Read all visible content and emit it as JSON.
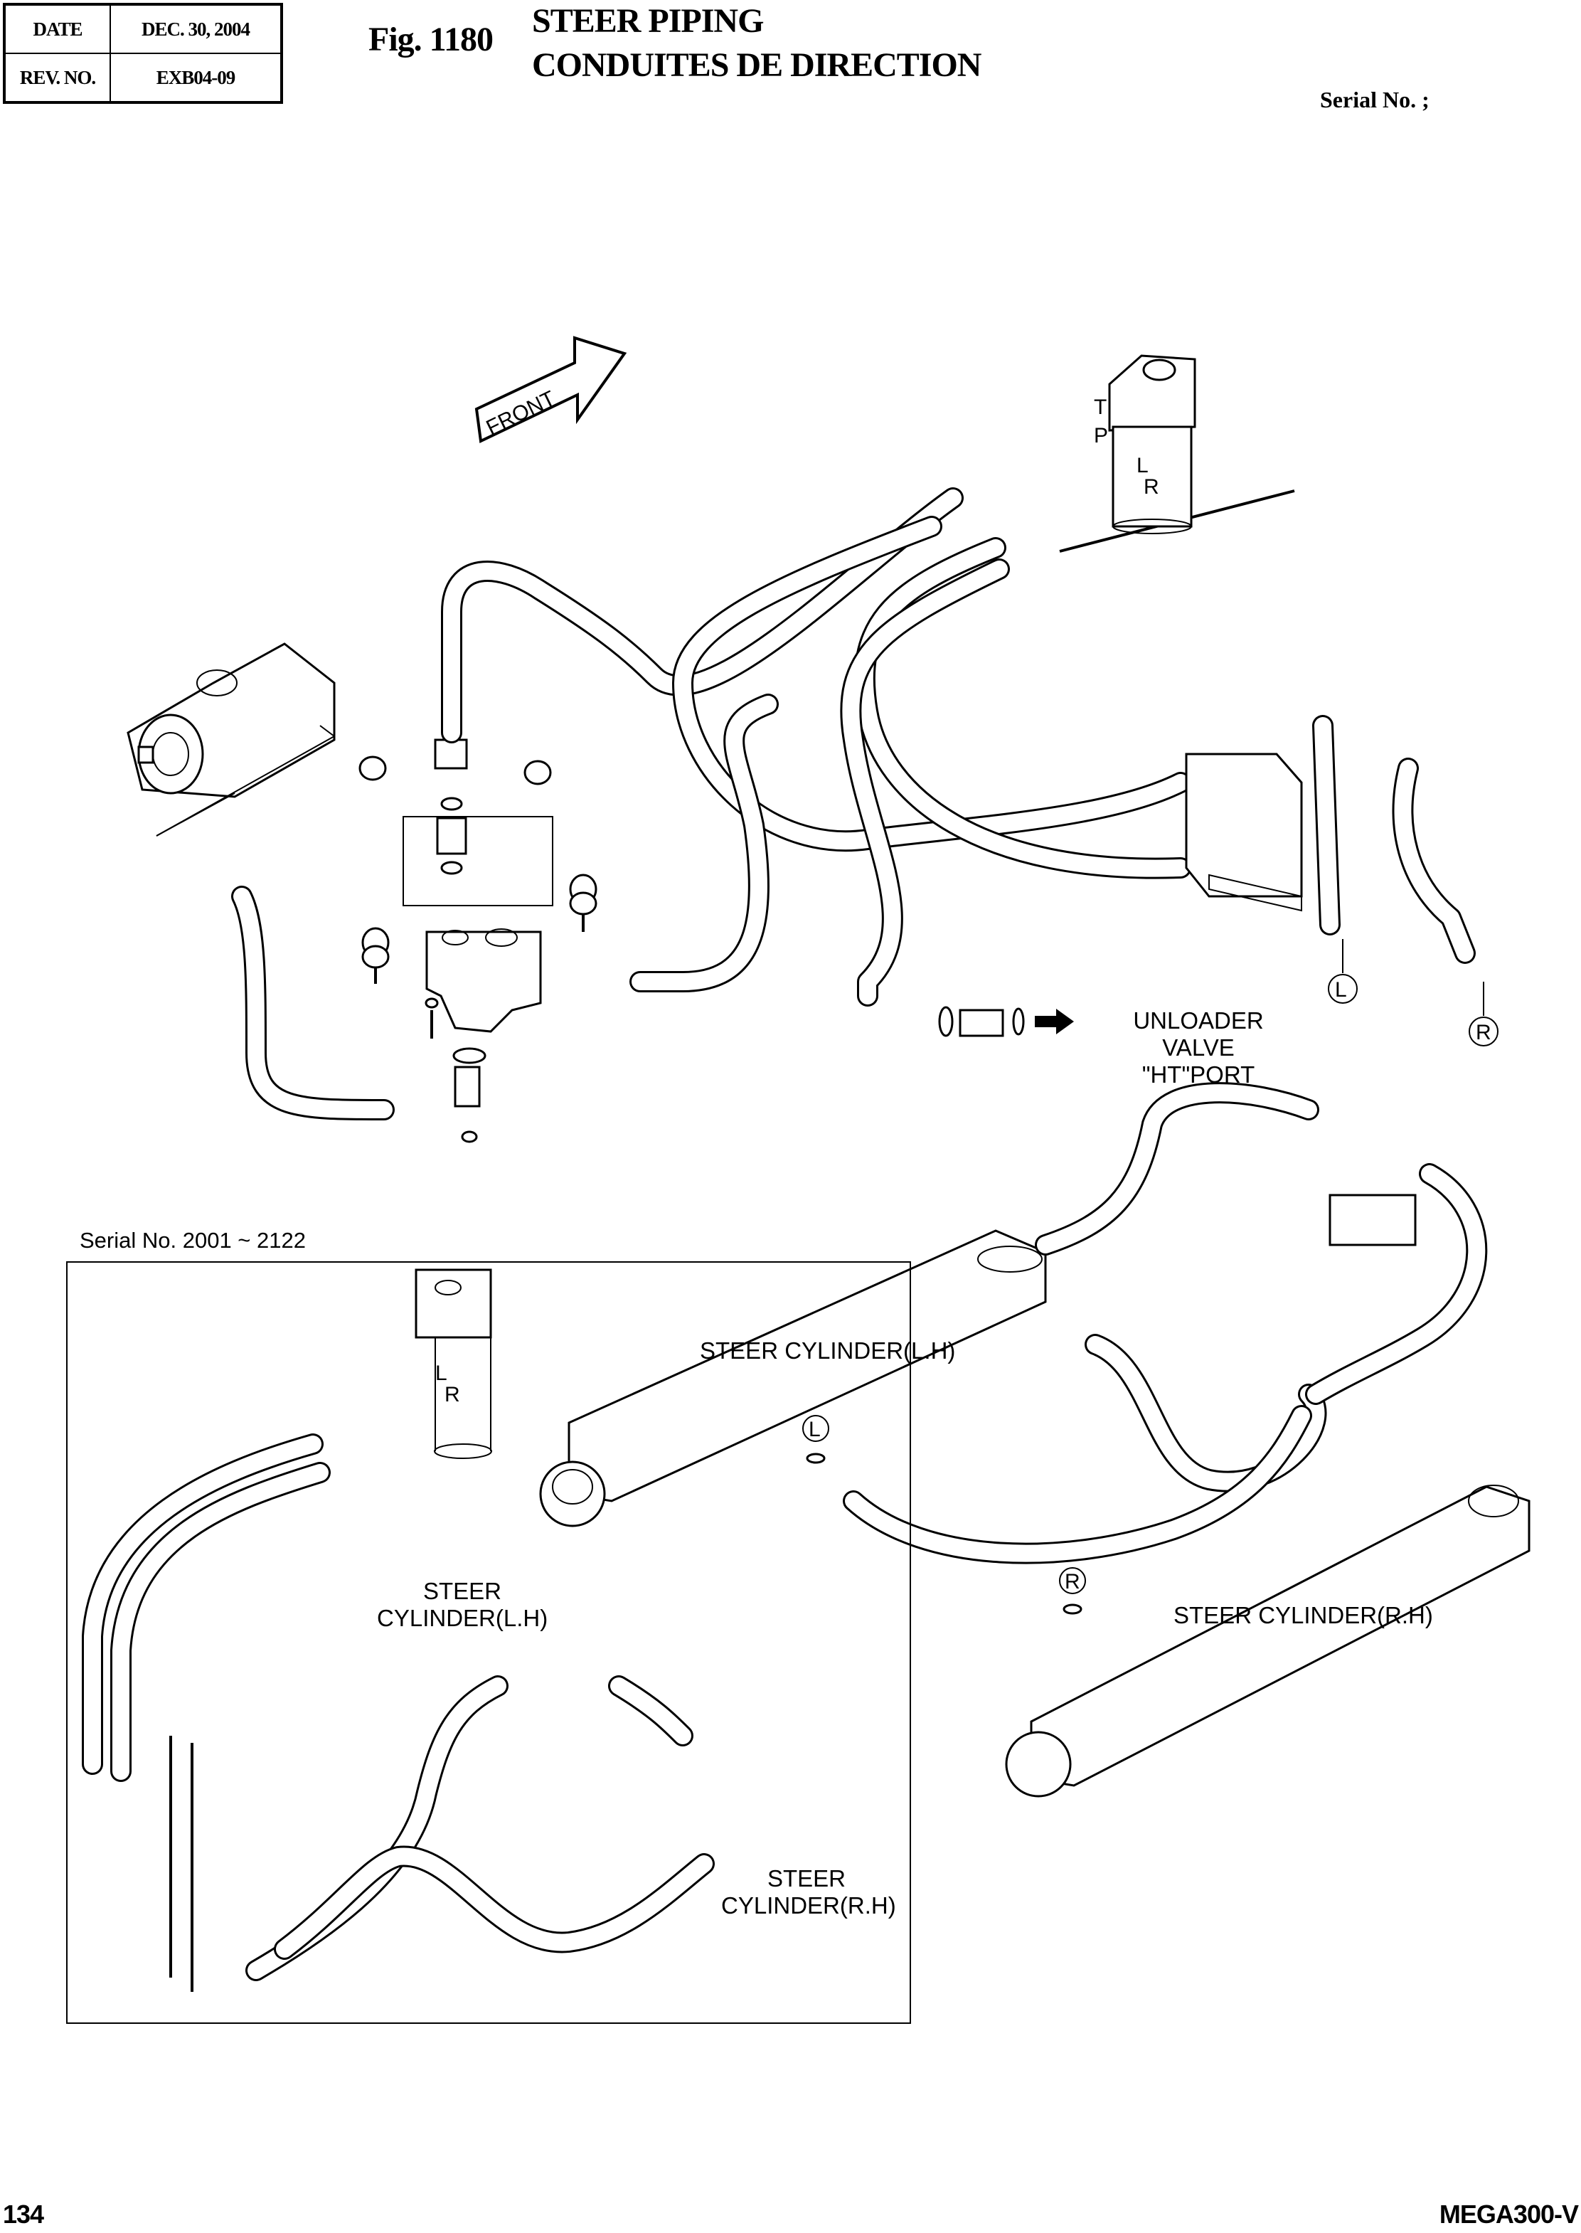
{
  "header": {
    "date_label": "DATE",
    "date_value": "DEC. 30, 2004",
    "rev_label": "REV. NO.",
    "rev_value": "EXB04-09",
    "figure_number": "Fig. 1180",
    "title_en": "STEER PIPING",
    "title_fr": "CONDUITES DE DIRECTION",
    "serial_label": "Serial No. ;"
  },
  "diagram": {
    "front_arrow_label": "FRONT",
    "steering_unit_ports": [
      "T",
      "P",
      "L",
      "R"
    ],
    "unloader_label_line1": "UNLOADER",
    "unloader_label_line2": "VALVE \"HT\"PORT",
    "connector_markers": [
      "L",
      "R"
    ],
    "cylinder_lh_label": "STEER CYLINDER(L.H)",
    "cylinder_rh_label": "STEER CYLINDER(R.H)",
    "cylinder_marker_l": "L",
    "cylinder_marker_r": "R"
  },
  "inset": {
    "serial_range": "Serial No. 2001 ~ 2122",
    "ports": [
      "L",
      "R"
    ],
    "cylinder_lh_line1": "STEER",
    "cylinder_lh_line2": "CYLINDER(L.H)",
    "cylinder_rh_line1": "STEER",
    "cylinder_rh_line2": "CYLINDER(R.H)"
  },
  "footer": {
    "page_number": "134",
    "model_code": "MEGA300-V"
  }
}
